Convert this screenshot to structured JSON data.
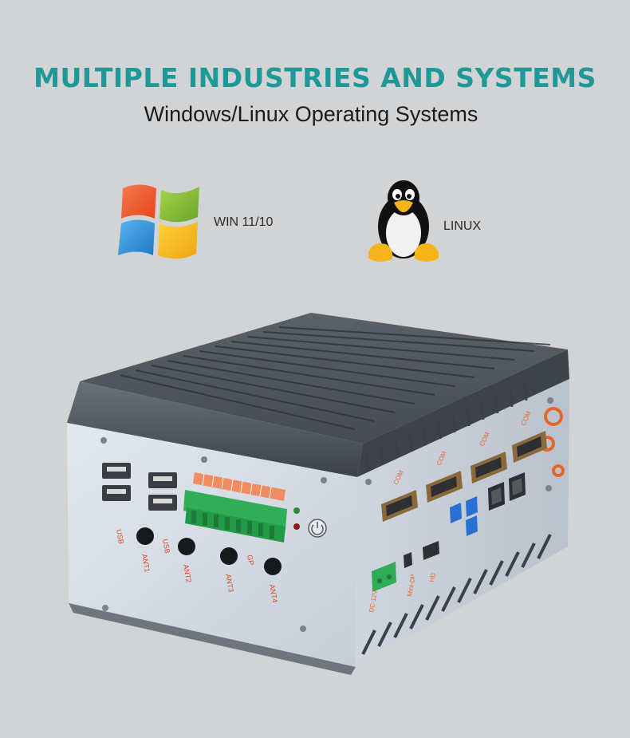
{
  "headline": "MULTIPLE INDUSTRIES AND SYSTEMS",
  "subline": "Windows/Linux Operating Systems",
  "os": {
    "windows_label": "WIN 11/10",
    "linux_label": "LINUX"
  },
  "front_panel": {
    "usb_label_1": "USB",
    "usb_label_2": "USB",
    "gpio_label": "GP",
    "antennas": [
      "ANT1",
      "ANT2",
      "ANT3",
      "ANT4"
    ]
  },
  "side_panel": {
    "dc_label": "DC-12V",
    "minidp_label": "Mini-DP",
    "hdmi_label": "HD",
    "com_labels": [
      "COM",
      "COM",
      "COM",
      "COM"
    ]
  },
  "colors": {
    "headline": "#1f9898",
    "background": "#d2d3d5",
    "terminal_green": "#2fae57",
    "accent_orange": "#e8662a"
  }
}
